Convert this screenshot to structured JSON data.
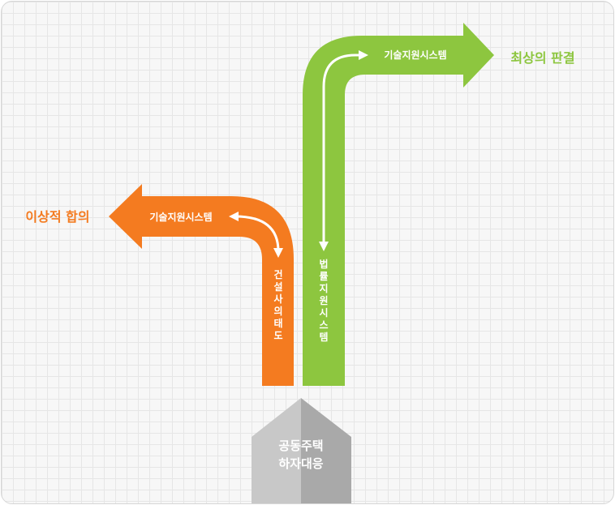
{
  "diagram": {
    "colors": {
      "green": "#8dc63f",
      "orange": "#f47b20",
      "gray_light": "#c8c8c8",
      "gray_dark": "#a9a9a9",
      "white": "#ffffff"
    },
    "green_arrow": {
      "label": "기술지원시스템",
      "outcome": "최상의 판결"
    },
    "green_stem": {
      "label": [
        "법",
        "률",
        "지",
        "원",
        "시",
        "스",
        "템"
      ]
    },
    "orange_arrow": {
      "label": "기술지원시스템",
      "outcome": "이상적 합의"
    },
    "orange_stem": {
      "label": [
        "건",
        "설",
        "사",
        "의",
        "태",
        "도"
      ]
    },
    "base": {
      "line1": "공동주택",
      "line2": "하자대응"
    }
  }
}
